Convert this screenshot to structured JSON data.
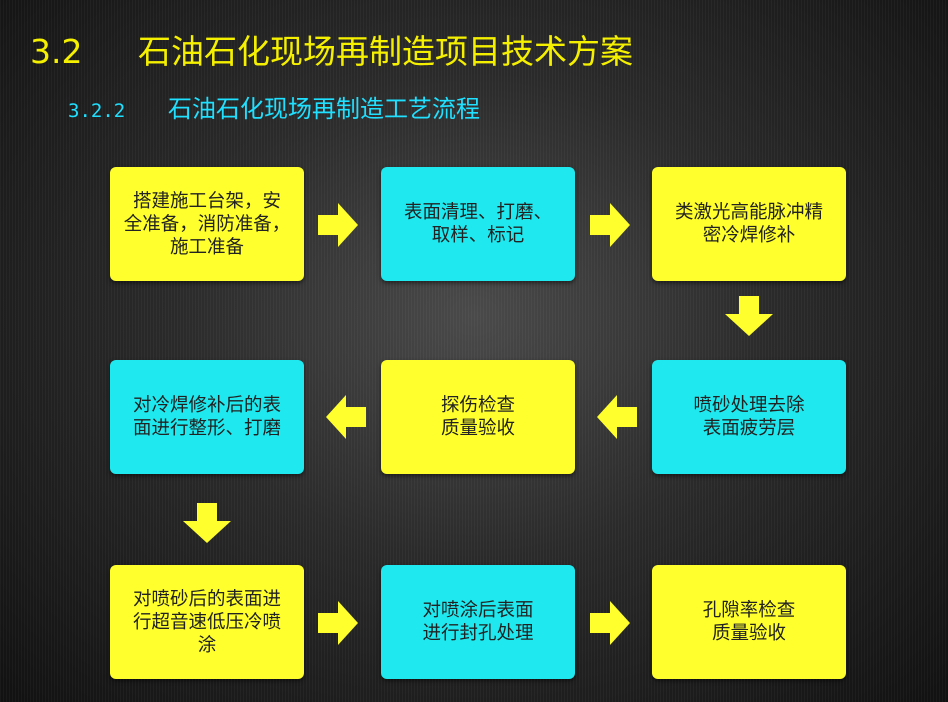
{
  "header": {
    "title_number": "3.2",
    "title_text": "石油石化现场再制造项目技术方案",
    "subtitle_number": "3.2.2",
    "subtitle_text": "石油石化现场再制造工艺流程"
  },
  "steps": [
    {
      "text": "搭建施工台架，安\n全准备，消防准备，\n施工准备",
      "color": "yellow"
    },
    {
      "text": "表面清理、打磨、\n取样、标记",
      "color": "cyan"
    },
    {
      "text": "类激光高能脉冲精\n密冷焊修补",
      "color": "yellow"
    },
    {
      "text": "喷砂处理去除\n表面疲劳层",
      "color": "cyan"
    },
    {
      "text": "探伤检查\n质量验收",
      "color": "yellow"
    },
    {
      "text": "对冷焊修补后的表\n面进行整形、打磨",
      "color": "cyan"
    },
    {
      "text": "对喷砂后的表面进\n行超音速低压冷喷\n涂",
      "color": "yellow"
    },
    {
      "text": "对喷涂后表面\n进行封孔处理",
      "color": "cyan"
    },
    {
      "text": "孔隙率检查\n质量验收",
      "color": "yellow"
    }
  ],
  "colors": {
    "title": "#f5f000",
    "subtitle": "#20e0ff",
    "box_yellow": "#ffff2e",
    "box_cyan": "#1fe9ef",
    "arrow": "#ffff2e"
  },
  "icons": {
    "arrow_right": "arrow-right-icon",
    "arrow_left": "arrow-left-icon",
    "arrow_down": "arrow-down-icon"
  }
}
